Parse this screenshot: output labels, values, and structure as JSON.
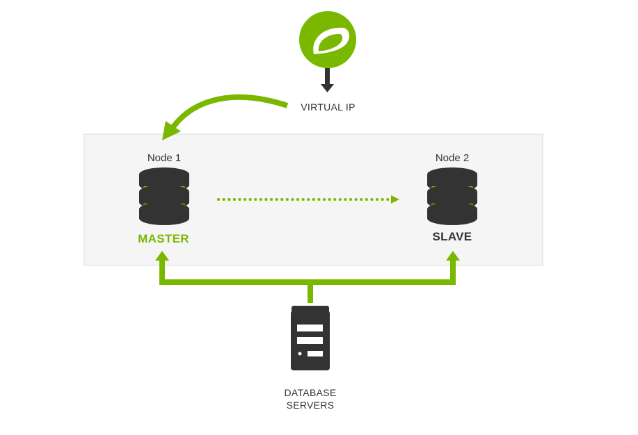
{
  "virtual_ip": {
    "label": "VIRTUAL IP"
  },
  "nodes": [
    {
      "title": "Node 1",
      "role": "MASTER"
    },
    {
      "title": "Node 2",
      "role": "SLAVE"
    }
  ],
  "database_servers": {
    "line1": "DATABASE",
    "line2": "SERVERS"
  },
  "colors": {
    "accent": "#7ab800",
    "dark": "#333333",
    "panel_bg": "#f5f5f5",
    "panel_border": "#dddddd"
  },
  "icons": [
    "logo-eye-icon",
    "down-arrow-icon",
    "database-stack-icon",
    "server-tower-icon"
  ]
}
